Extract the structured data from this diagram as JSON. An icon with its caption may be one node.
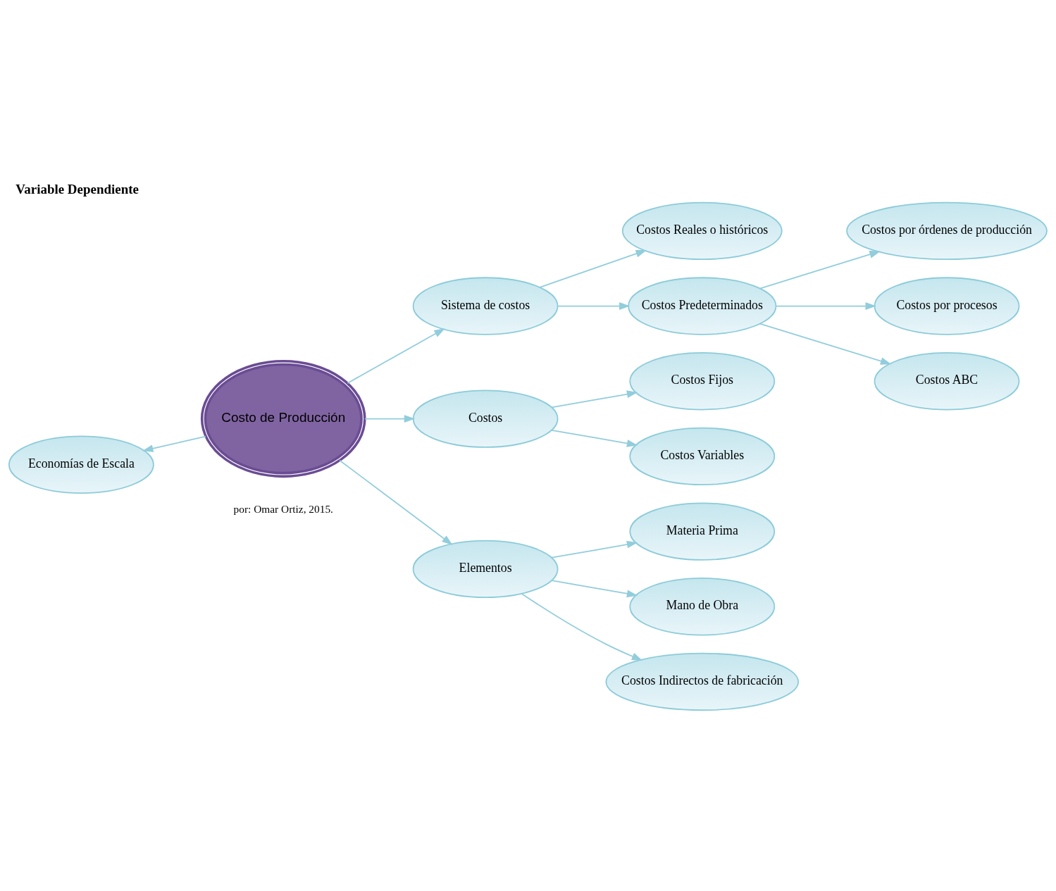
{
  "diagram": {
    "title": "Variable Dependiente",
    "caption": "por: Omar Ortiz, 2015.",
    "nodes": [
      {
        "text": [
          "Costo de Producción"
        ]
      },
      {
        "text": [
          "Sistema de costos"
        ]
      },
      {
        "text": [
          "Costos Reales o históricos"
        ]
      },
      {
        "text": [
          "Costos Predeterminados"
        ]
      },
      {
        "text": [
          "Costos por órdenes de producción"
        ]
      },
      {
        "text": [
          "Costos por procesos"
        ]
      },
      {
        "text": [
          "Costos ABC"
        ]
      },
      {
        "text": [
          "Costos"
        ]
      },
      {
        "text": [
          "Costos Fijos"
        ]
      },
      {
        "text": [
          "Costos Variables"
        ]
      },
      {
        "text": [
          "Economías de Escala"
        ]
      },
      {
        "text": [
          "Elementos"
        ]
      },
      {
        "text": [
          "Materia Prima"
        ]
      },
      {
        "text": [
          "Mano de Obra"
        ]
      },
      {
        "text": [
          "Costos Indirectos de fabricación"
        ]
      }
    ],
    "edges": [
      {
        "from": 0,
        "to": 1,
        "arrow": "to"
      },
      {
        "from": 1,
        "to": 2,
        "arrow": "to"
      },
      {
        "from": 1,
        "to": 3,
        "arrow": "to"
      },
      {
        "from": 3,
        "to": 4,
        "arrow": "to"
      },
      {
        "from": 3,
        "to": 5,
        "arrow": "to"
      },
      {
        "from": 3,
        "to": 6,
        "arrow": "to"
      },
      {
        "from": 0,
        "to": 7,
        "arrow": "to"
      },
      {
        "from": 7,
        "to": 8,
        "arrow": "to"
      },
      {
        "from": 7,
        "to": 9,
        "arrow": "to"
      },
      {
        "from": 0,
        "to": 10,
        "arrow": "to"
      },
      {
        "from": 0,
        "to": 11,
        "arrow": "to"
      },
      {
        "from": 11,
        "to": 12,
        "arrow": "to"
      },
      {
        "from": 11,
        "to": 13,
        "arrow": "to"
      },
      {
        "from": 11,
        "to": 14,
        "arrow": "to"
      }
    ]
  }
}
